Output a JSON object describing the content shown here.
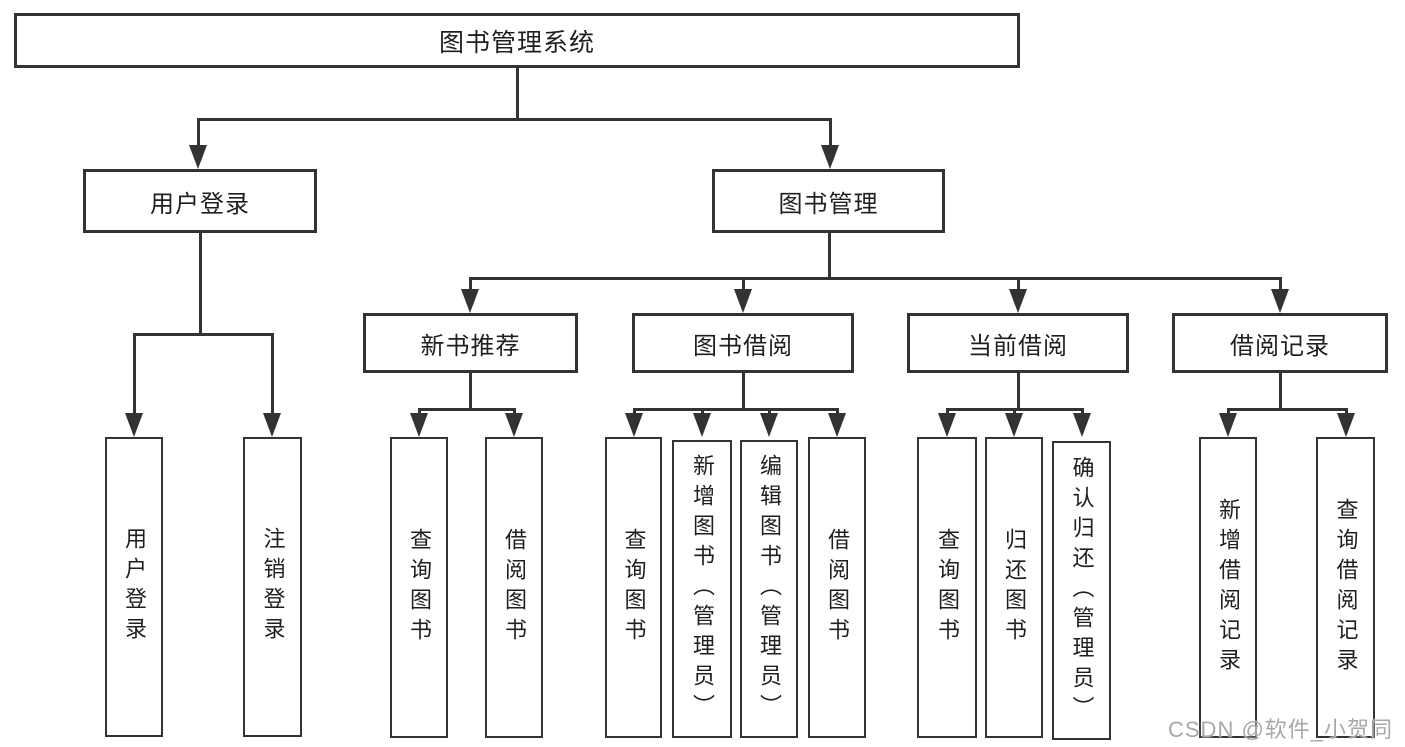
{
  "tree": {
    "label": "图书管理系统",
    "children": [
      {
        "label": "用户登录",
        "children": [
          {
            "label": "用户登录"
          },
          {
            "label": "注销登录"
          }
        ]
      },
      {
        "label": "图书管理",
        "children": [
          {
            "label": "新书推荐",
            "children": [
              {
                "label": "查询图书"
              },
              {
                "label": "借阅图书"
              }
            ]
          },
          {
            "label": "图书借阅",
            "children": [
              {
                "label": "查询图书"
              },
              {
                "label": "新增图书（管理员）"
              },
              {
                "label": "编辑图书（管理员）"
              },
              {
                "label": "借阅图书"
              }
            ]
          },
          {
            "label": "当前借阅",
            "children": [
              {
                "label": "查询图书"
              },
              {
                "label": "归还图书"
              },
              {
                "label": "确认归还（管理员）"
              }
            ]
          },
          {
            "label": "借阅记录",
            "children": [
              {
                "label": "新增借阅记录"
              },
              {
                "label": "查询借阅记录"
              }
            ]
          }
        ]
      }
    ]
  },
  "watermark": "CSDN @软件_小贺同学",
  "colors": {
    "line": "#333333",
    "text": "#1f1f1f",
    "watermark": "#a8a8a8",
    "background": "#ffffff"
  }
}
